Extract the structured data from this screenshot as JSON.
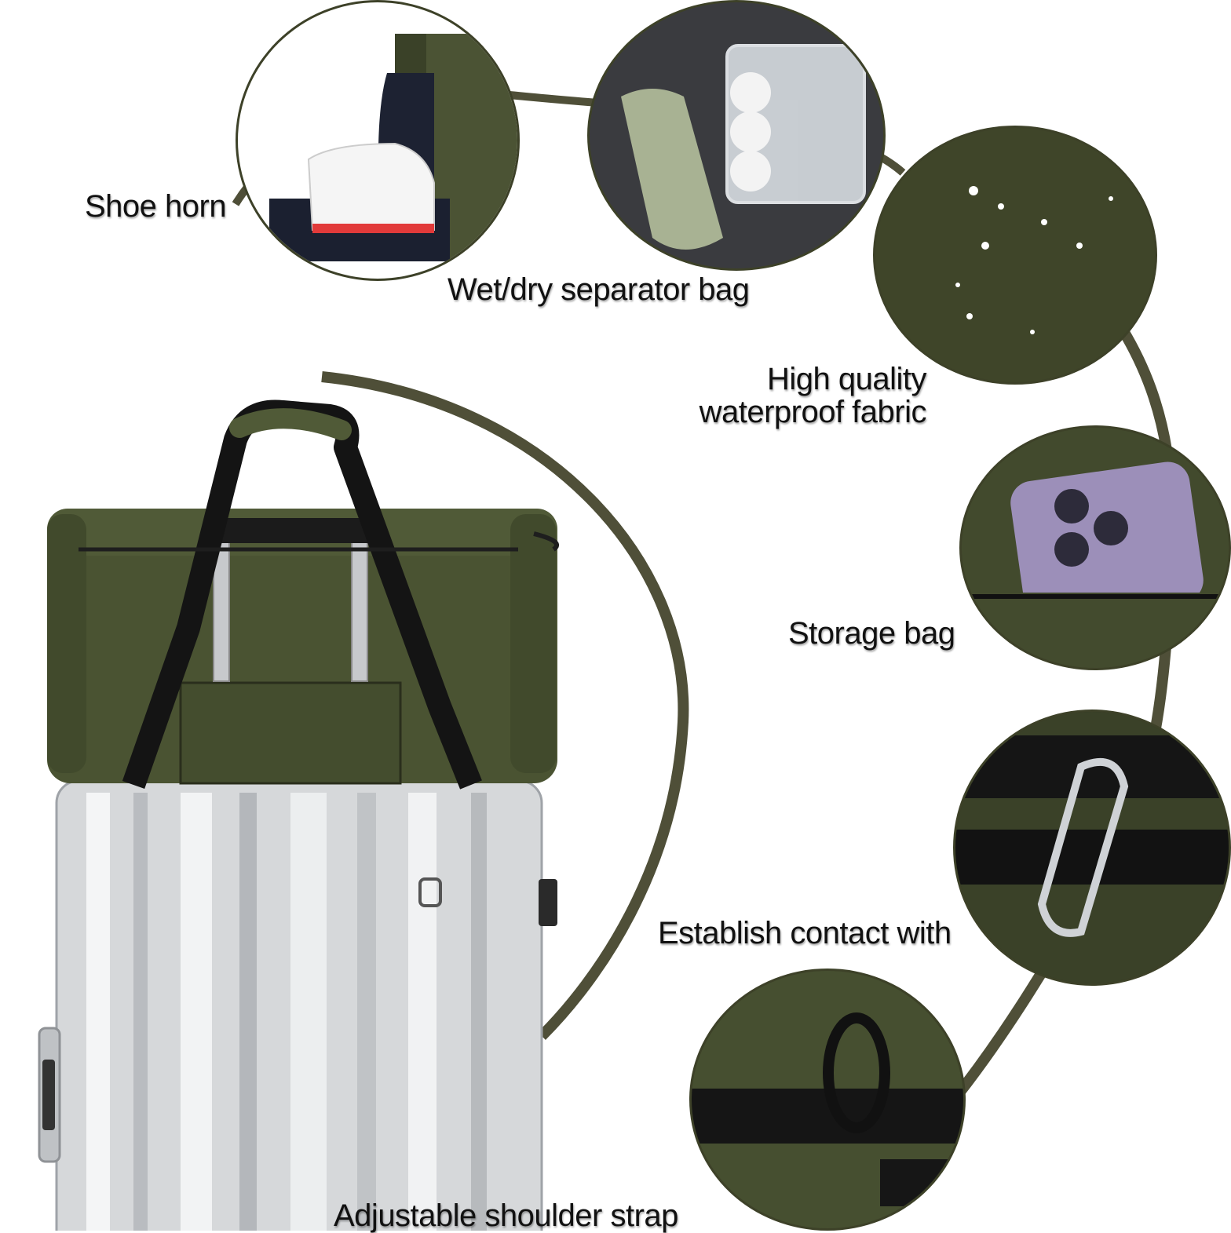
{
  "features": {
    "shoe_horn": "Shoe horn",
    "wet_dry": "Wet/dry separator bag",
    "fabric_line1": "High quality",
    "fabric_line2": "waterproof fabric",
    "storage": "Storage bag",
    "contact": "Establish contact with",
    "strap": "Adjustable shoulder strap"
  },
  "colors": {
    "olive": "#4a5332",
    "olive_dark": "#3d4128",
    "arc": "#5a5a40",
    "silver": "#d9dbde",
    "black_strap": "#141414"
  }
}
